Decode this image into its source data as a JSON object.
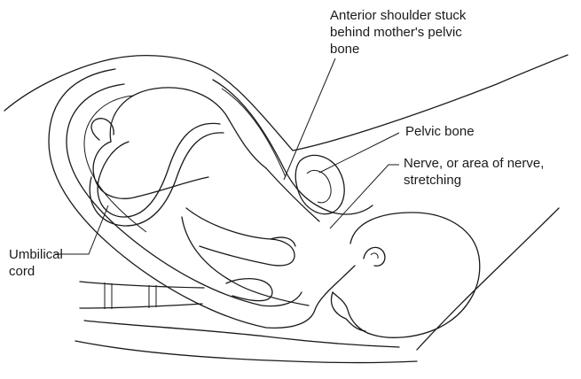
{
  "labels": {
    "anterior_shoulder": [
      "Anterior shoulder stuck",
      "behind mother's pelvic",
      "bone"
    ],
    "pelvic_bone": "Pelvic bone",
    "nerve_stretching": [
      "Nerve, or area of nerve,",
      "stretching"
    ],
    "umbilical_cord": [
      "Umbilical",
      "cord"
    ]
  },
  "colors": {
    "ink": "#1a1a1a",
    "background": "#ffffff"
  }
}
